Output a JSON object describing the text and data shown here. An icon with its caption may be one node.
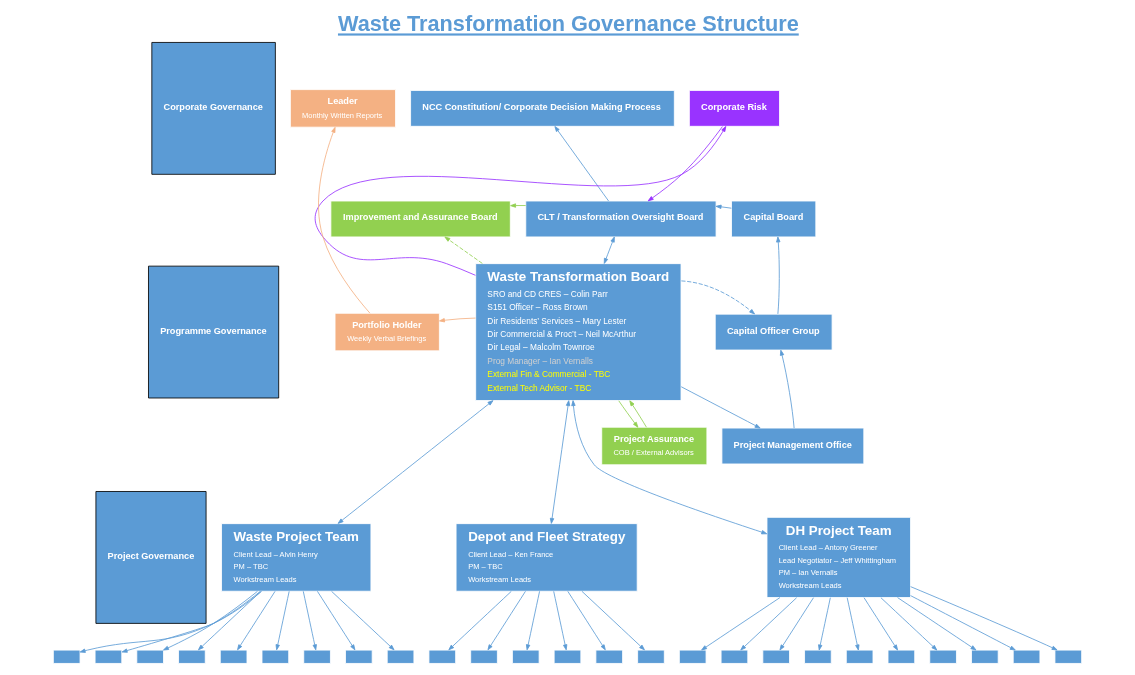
{
  "diagram": {
    "title": "Waste Transformation Governance Structure",
    "nodes": [
      {
        "text": [
          "Corporate Governance"
        ]
      },
      {
        "text": [
          "Programme Governance"
        ]
      },
      {
        "text": [
          "Project Governance"
        ]
      },
      {
        "text": [
          "Leader",
          "Monthly Written Reports"
        ]
      },
      {
        "text": [
          "NCC Constitution/ Corporate Decision Making Process"
        ]
      },
      {
        "text": [
          "Improvement and Assurance Board"
        ]
      },
      {
        "text": [
          "CLT / Transformation Oversight Board"
        ]
      },
      {
        "text": [
          "Capital Board"
        ]
      },
      {
        "text": [
          "Corporate Risk"
        ]
      },
      {
        "text": [
          "Waste Transformation Board",
          "SRO and CD CRES – Colin Parr",
          "S151 Officer – Ross Brown",
          "Dir Residents’ Services – Mary Lester",
          "Dir Commercial & Proc’t – Neil McArthur",
          "Dir Legal – Malcolm Townroe",
          "Prog Manager – Ian Vernalls",
          "External Fin & Commercial - TBC",
          "External Tech Advisor - TBC"
        ]
      },
      {
        "text": [
          "Portfolio Holder",
          "Weekly Verbal Briefings"
        ]
      },
      {
        "text": [
          "Project Assurance",
          "COB / External Advisors"
        ]
      },
      {
        "text": [
          "Capital Officer Group"
        ]
      },
      {
        "text": [
          "Project Management Office"
        ]
      },
      {
        "text": [
          "Waste Project Team",
          "Client Lead – Alvin Henry",
          "PM – TBC",
          "Workstream Leads"
        ]
      },
      {
        "text": [
          "Depot and Fleet Strategy",
          "Client Lead – Ken France",
          "PM – TBC",
          "Workstream Leads"
        ]
      },
      {
        "text": [
          "DH Project Team",
          "Client Lead – Antony Greener",
          "Lead Negotiator – Jeff Whittingham",
          "PM – Ian Vernalls",
          "Workstream Leads"
        ]
      },
      {
        "text": [],
        "shape": "box"
      },
      {
        "text": [],
        "shape": "box"
      },
      {
        "text": [],
        "shape": "box"
      },
      {
        "text": [],
        "shape": "box"
      },
      {
        "text": [],
        "shape": "box"
      },
      {
        "text": [],
        "shape": "box"
      },
      {
        "text": [],
        "shape": "box"
      },
      {
        "text": [],
        "shape": "box"
      },
      {
        "text": [],
        "shape": "box"
      },
      {
        "text": [],
        "shape": "box"
      },
      {
        "text": [],
        "shape": "box"
      },
      {
        "text": [],
        "shape": "box"
      },
      {
        "text": [],
        "shape": "box"
      },
      {
        "text": [],
        "shape": "box"
      },
      {
        "text": [],
        "shape": "box"
      },
      {
        "text": [],
        "shape": "box"
      },
      {
        "text": [],
        "shape": "box"
      },
      {
        "text": [],
        "shape": "box"
      },
      {
        "text": [],
        "shape": "box"
      },
      {
        "text": [],
        "shape": "box"
      },
      {
        "text": [],
        "shape": "box"
      },
      {
        "text": [],
        "shape": "box"
      },
      {
        "text": [],
        "shape": "box"
      },
      {
        "text": [],
        "shape": "box"
      },
      {
        "text": [],
        "shape": "box"
      }
    ],
    "edges": [
      {
        "from": 10,
        "to": 3,
        "arrow": "to",
        "color": "#f4b183"
      },
      {
        "from": 6,
        "to": 4,
        "arrow": "to"
      },
      {
        "from": 6,
        "to": 5,
        "arrow": "to",
        "color": "#92d050"
      },
      {
        "from": 7,
        "to": 6,
        "arrow": "to"
      },
      {
        "from": 8,
        "to": 6,
        "arrow": "to",
        "color": "#9933ff"
      },
      {
        "from": 9,
        "to": 6,
        "arrow": "both"
      },
      {
        "from": 9,
        "to": 5,
        "arrow": "to",
        "style": "dashed",
        "color": "#92d050"
      },
      {
        "from": 9,
        "to": 12,
        "arrow": "to",
        "style": "dashed"
      },
      {
        "from": 12,
        "to": 7,
        "arrow": "to"
      },
      {
        "from": 13,
        "to": 12,
        "arrow": "to"
      },
      {
        "from": 9,
        "to": 13,
        "arrow": "to"
      },
      {
        "from": 9,
        "to": 8,
        "arrow": "to",
        "color": "#9933ff"
      },
      {
        "from": 9,
        "to": 10,
        "arrow": "to",
        "color": "#f4b183"
      },
      {
        "from": 11,
        "to": 9,
        "arrow": "to",
        "color": "#92d050"
      },
      {
        "from": 9,
        "to": 11,
        "arrow": "to",
        "color": "#92d050"
      },
      {
        "from": 9,
        "to": 14,
        "arrow": "both"
      },
      {
        "from": 9,
        "to": 15,
        "arrow": "both"
      },
      {
        "from": 9,
        "to": 16,
        "arrow": "both"
      },
      {
        "from": 14,
        "to": 17,
        "arrow": "to"
      },
      {
        "from": 14,
        "to": 18,
        "arrow": "to"
      },
      {
        "from": 14,
        "to": 19,
        "arrow": "to"
      },
      {
        "from": 14,
        "to": 20,
        "arrow": "to"
      },
      {
        "from": 14,
        "to": 21,
        "arrow": "to"
      },
      {
        "from": 14,
        "to": 22,
        "arrow": "to"
      },
      {
        "from": 14,
        "to": 23,
        "arrow": "to"
      },
      {
        "from": 14,
        "to": 24,
        "arrow": "to"
      },
      {
        "from": 14,
        "to": 25,
        "arrow": "to"
      },
      {
        "from": 15,
        "to": 26,
        "arrow": "to"
      },
      {
        "from": 15,
        "to": 27,
        "arrow": "to"
      },
      {
        "from": 15,
        "to": 28,
        "arrow": "to"
      },
      {
        "from": 15,
        "to": 29,
        "arrow": "to"
      },
      {
        "from": 15,
        "to": 30,
        "arrow": "to"
      },
      {
        "from": 15,
        "to": 31,
        "arrow": "to"
      },
      {
        "from": 16,
        "to": 32,
        "arrow": "to"
      },
      {
        "from": 16,
        "to": 33,
        "arrow": "to"
      },
      {
        "from": 16,
        "to": 34,
        "arrow": "to"
      },
      {
        "from": 16,
        "to": 35,
        "arrow": "to"
      },
      {
        "from": 16,
        "to": 36,
        "arrow": "to"
      },
      {
        "from": 16,
        "to": 37,
        "arrow": "to"
      },
      {
        "from": 16,
        "to": 38,
        "arrow": "to"
      },
      {
        "from": 16,
        "to": 39,
        "arrow": "to"
      },
      {
        "from": 16,
        "to": 40,
        "arrow": "to"
      },
      {
        "from": 16,
        "to": 41,
        "arrow": "to"
      }
    ]
  }
}
